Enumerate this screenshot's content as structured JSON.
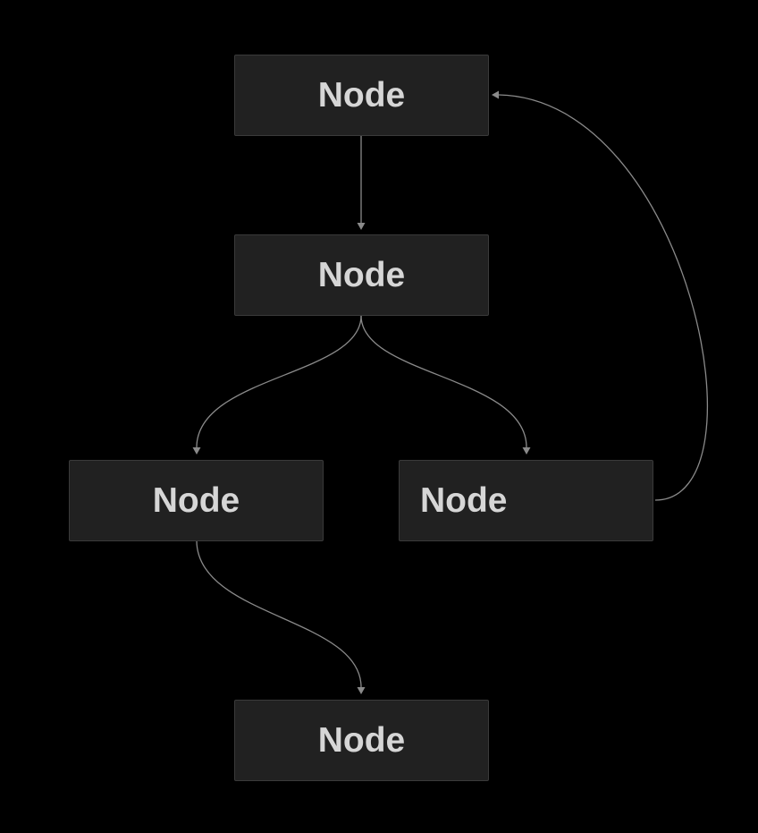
{
  "diagram": {
    "type": "flowchart",
    "colors": {
      "background": "#000000",
      "node_fill": "#212121",
      "node_border": "#3a3a3a",
      "node_text": "#d6d6d6",
      "edge": "#8a8a8a"
    },
    "nodes": [
      {
        "id": "n1",
        "label": "Node"
      },
      {
        "id": "n2",
        "label": "Node"
      },
      {
        "id": "n3",
        "label": "Node"
      },
      {
        "id": "n4",
        "label": "Node"
      },
      {
        "id": "n5",
        "label": "Node"
      }
    ],
    "edges": [
      {
        "from": "n1",
        "to": "n2"
      },
      {
        "from": "n2",
        "to": "n3"
      },
      {
        "from": "n2",
        "to": "n4"
      },
      {
        "from": "n3",
        "to": "n5"
      },
      {
        "from": "n4",
        "to": "n1"
      }
    ]
  }
}
